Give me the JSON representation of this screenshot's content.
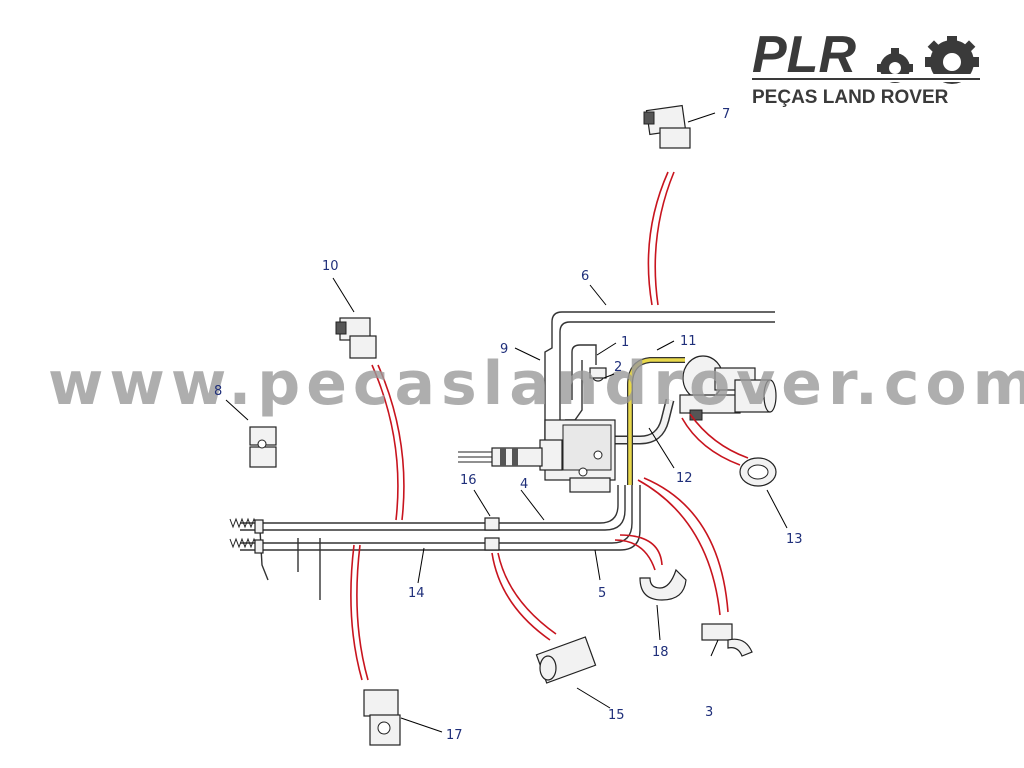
{
  "logo": {
    "title": "PLR",
    "subtitle": "PEÇAS LAND ROVER",
    "gear_icon": "gears-icon"
  },
  "watermark": "www.pecaslandrover.com",
  "callouts": [
    {
      "id": "1",
      "label": "1"
    },
    {
      "id": "2",
      "label": "2"
    },
    {
      "id": "3",
      "label": "3"
    },
    {
      "id": "4",
      "label": "4"
    },
    {
      "id": "5",
      "label": "5"
    },
    {
      "id": "6",
      "label": "6"
    },
    {
      "id": "7",
      "label": "7"
    },
    {
      "id": "8",
      "label": "8"
    },
    {
      "id": "9",
      "label": "9"
    },
    {
      "id": "10",
      "label": "10"
    },
    {
      "id": "11",
      "label": "11"
    },
    {
      "id": "12",
      "label": "12"
    },
    {
      "id": "13",
      "label": "13"
    },
    {
      "id": "14",
      "label": "14"
    },
    {
      "id": "15",
      "label": "15"
    },
    {
      "id": "16",
      "label": "16"
    },
    {
      "id": "17",
      "label": "17"
    },
    {
      "id": "18",
      "label": "18"
    }
  ],
  "colors": {
    "callout_text": "#1f2f7a",
    "connector_red": "#c8141e",
    "highlight_pipe": "#e8d84a",
    "watermark": "#9a9a9a"
  }
}
